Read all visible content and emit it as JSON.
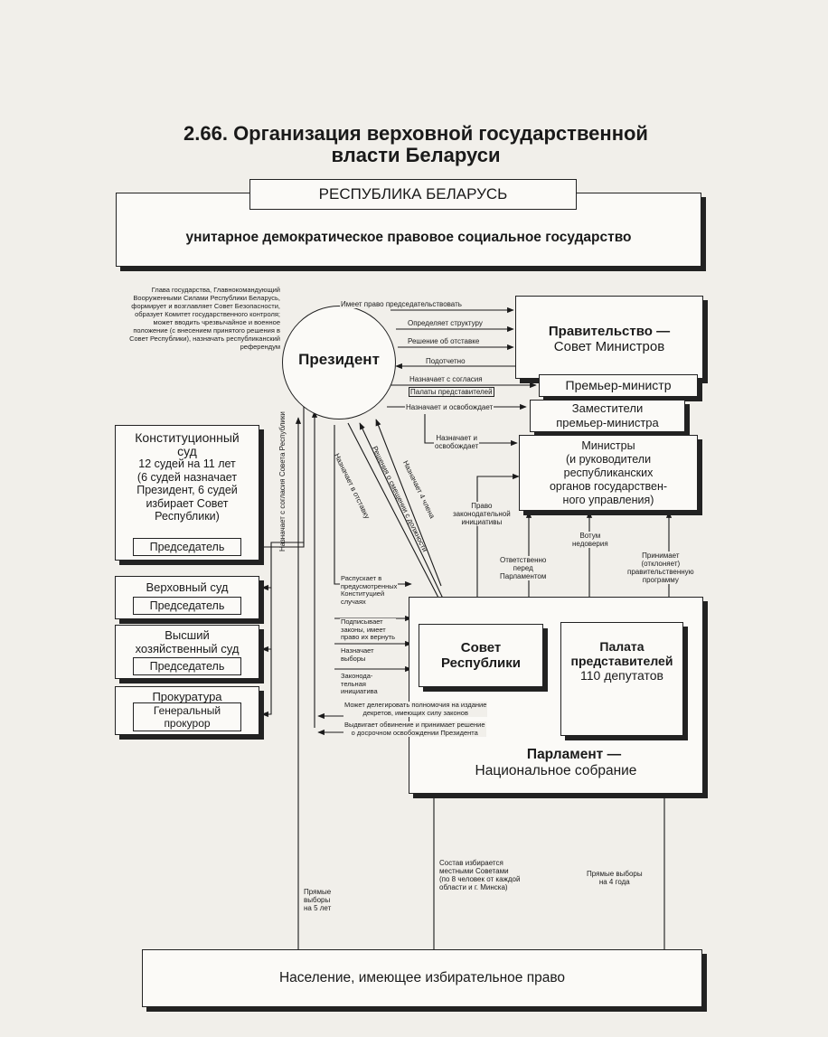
{
  "title": {
    "line1": "2.66. Организация верховной государственной",
    "line2": "власти Беларуси"
  },
  "republic": {
    "name": "РЕСПУБЛИКА БЕЛАРУСЬ",
    "definition": "унитарное демократическое правовое социальное государство"
  },
  "president": {
    "name": "Президент",
    "powers": "Глава государства, Главнокомандующий Вооруженными Силами Республики Беларусь, формирует и возглавляет Совет Безопасности, образует Комитет государственного контроля; может вводить чрезвычайное и военное положение (с внесением принятого решения в Совет Республики), назначать республиканский референдум"
  },
  "government": {
    "title": "Правительство —",
    "subtitle": "Совет Министров",
    "pm": "Премьер-министр",
    "deputies": [
      "Заместители",
      "премьер-министра"
    ],
    "ministers": [
      "Министры",
      "(и руководители",
      "республиканских",
      "органов государствен-",
      "ного управления)"
    ]
  },
  "president_gov_links": [
    "Имеет право председательствовать",
    "Определяет структуру",
    "Решение об отставке",
    "Подотчетно",
    "Назначает с согласия",
    "Палаты представителей",
    "Назначает и освобождает",
    "Назначает и",
    "освобождает"
  ],
  "const_court": {
    "lines": [
      "Конституционный",
      "суд",
      "12 судей на 11 лет",
      "(6 судей назначает",
      "Президент, 6 судей",
      "избирает Совет",
      "Республики)"
    ],
    "chair": "Председатель"
  },
  "supreme_court": {
    "name": "Верховный суд",
    "chair": "Председатель"
  },
  "economic_court": {
    "name": [
      "Высший",
      "хозяйственный суд"
    ],
    "chair": "Председатель"
  },
  "prosecutor": {
    "name": "Прокуратура",
    "head": [
      "Генеральный",
      "прокурор"
    ]
  },
  "court_link_label": "Назначает с согласия Совета Республики",
  "diag_labels": [
    "Назначает в отставку",
    "Решения о смещении с должности",
    "Назначает 4 члена"
  ],
  "parliament": {
    "title": "Парламент —",
    "subtitle": "Национальное собрание",
    "council": [
      "Совет",
      "Республики"
    ],
    "chamber": [
      "Палата",
      "представителей",
      "110 депутатов"
    ]
  },
  "president_parl_links": [
    "Распускает в",
    "предусмотренных",
    "Конституцией",
    "случаях",
    "Подписывает",
    "законы, имеет",
    "право их вернуть",
    "Назначает",
    "выборы",
    "Законода-",
    "тельная",
    "инициатива"
  ],
  "delegation_labels": [
    "Может делегировать полномочия на издание",
    "декретов, имеющих силу законов",
    "Выдвигает обвинение и принимает решение",
    "о досрочном освобождении Президента"
  ],
  "gov_parl_links": {
    "initiative": [
      "Право",
      "законодательной",
      "инициативы"
    ],
    "responsible": [
      "Ответственно",
      "перед",
      "Парламентом"
    ],
    "no_confidence": [
      "Вотум",
      "недоверия"
    ],
    "program": [
      "Принимает",
      "(отклоняет)",
      "правительственную",
      "программу"
    ]
  },
  "population": {
    "label": "Население, имеющее избирательное право"
  },
  "elections": {
    "president": [
      "Прямые",
      "выборы",
      "на 5 лет"
    ],
    "council": [
      "Состав избирается",
      "местными Советами",
      "(по 8 человек от каждой",
      "области и г. Минска)"
    ],
    "chamber": [
      "Прямые выборы",
      "на 4 года"
    ]
  }
}
